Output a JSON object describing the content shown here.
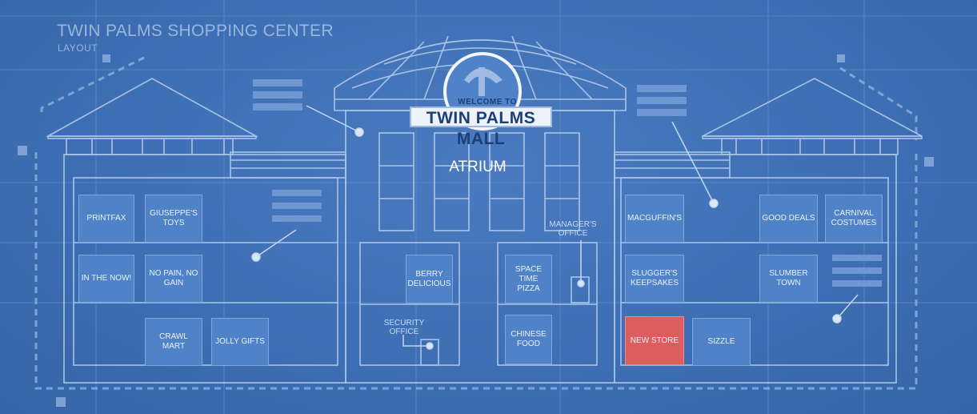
{
  "header": {
    "title": "TWIN PALMS SHOPPING CENTER",
    "subtitle": "LAYOUT"
  },
  "sign": {
    "welcome": "WELCOME TO",
    "name": "TWIN PALMS MALL"
  },
  "atrium_label": "ATRIUM",
  "offices": {
    "manager": "MANAGER'S OFFICE",
    "security": "SECURITY OFFICE"
  },
  "stores": {
    "printfax": "PRINTFAX",
    "giuseppes_toys": "GIUSEPPE'S TOYS",
    "in_the_now": "IN THE NOW!",
    "no_pain_no_gain": "NO PAIN, NO GAIN",
    "crawl_mart": "CRAWL MART",
    "jolly_gifts": "JOLLY GIFTS",
    "berry_delicious": "BERRY DELICIOUS",
    "space_time_pizza": "SPACE TIME PIZZA",
    "chinese_food": "CHINESE FOOD",
    "macguffins": "MACGUFFIN'S",
    "good_deals": "GOOD DEALS",
    "carnival_costumes": "CARNIVAL COSTUMES",
    "sluggers_keepsakes": "SLUGGER'S KEEPSAKES",
    "slumber_town": "SLUMBER TOWN",
    "new_store": "NEW STORE",
    "sizzle": "SIZZLE"
  },
  "colors": {
    "background": "#3f6fb4",
    "line": "#a9c3e6",
    "store_fill": "#4f82c6",
    "new_store_fill": "#dc5d5d"
  }
}
